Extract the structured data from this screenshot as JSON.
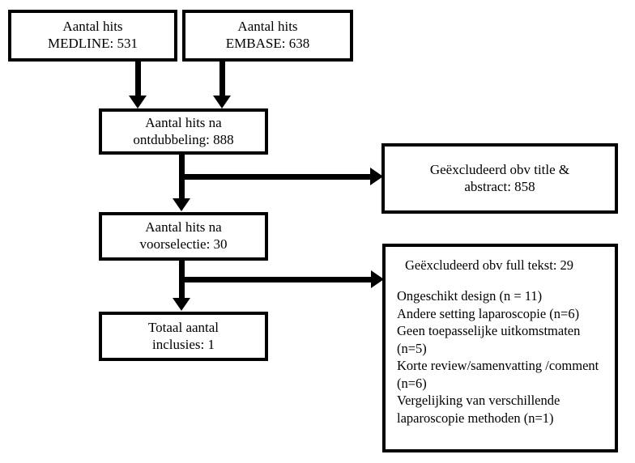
{
  "diagram": {
    "title": "PRISMA study selection flowchart",
    "language": "nl",
    "colors": {
      "stroke": "#000000",
      "fill": "#ffffff",
      "text": "#000000"
    },
    "nodes": {
      "medline": {
        "line1": "Aantal hits",
        "line2": "MEDLINE: 531"
      },
      "embase": {
        "line1": "Aantal hits",
        "line2": "EMBASE: 638"
      },
      "dedup": {
        "line1": "Aantal hits na",
        "line2": "ontdubbeling: 888"
      },
      "preselect": {
        "line1": "Aantal hits na",
        "line2": "voorselectie: 30"
      },
      "total": {
        "line1": "Totaal aantal",
        "line2": "inclusies: 1"
      },
      "excluded_abstract": {
        "line1": "Geëxcludeerd obv title &",
        "line2": "abstract: 858"
      },
      "excluded_fulltext": {
        "heading": "Geëxcludeerd obv full tekst: 29",
        "reasons": [
          "Ongeschikt design (n = 11)",
          "Andere setting laparoscopie (n=6)",
          "Geen toepasselijke uitkomstmaten (n=5)",
          "Korte review/samenvatting /comment (n=6)",
          "Vergelijking van verschillende laparoscopie methoden (n=1)"
        ]
      }
    },
    "connectors": [
      {
        "name": "medline-to-dedup",
        "type": "arrow-down"
      },
      {
        "name": "embase-to-dedup",
        "type": "arrow-down"
      },
      {
        "name": "dedup-to-preselect",
        "type": "arrow-down"
      },
      {
        "name": "dedup-to-excluded-abstract",
        "type": "arrow-right"
      },
      {
        "name": "preselect-to-total",
        "type": "arrow-down"
      },
      {
        "name": "preselect-to-excluded-fulltext",
        "type": "arrow-right"
      }
    ]
  }
}
